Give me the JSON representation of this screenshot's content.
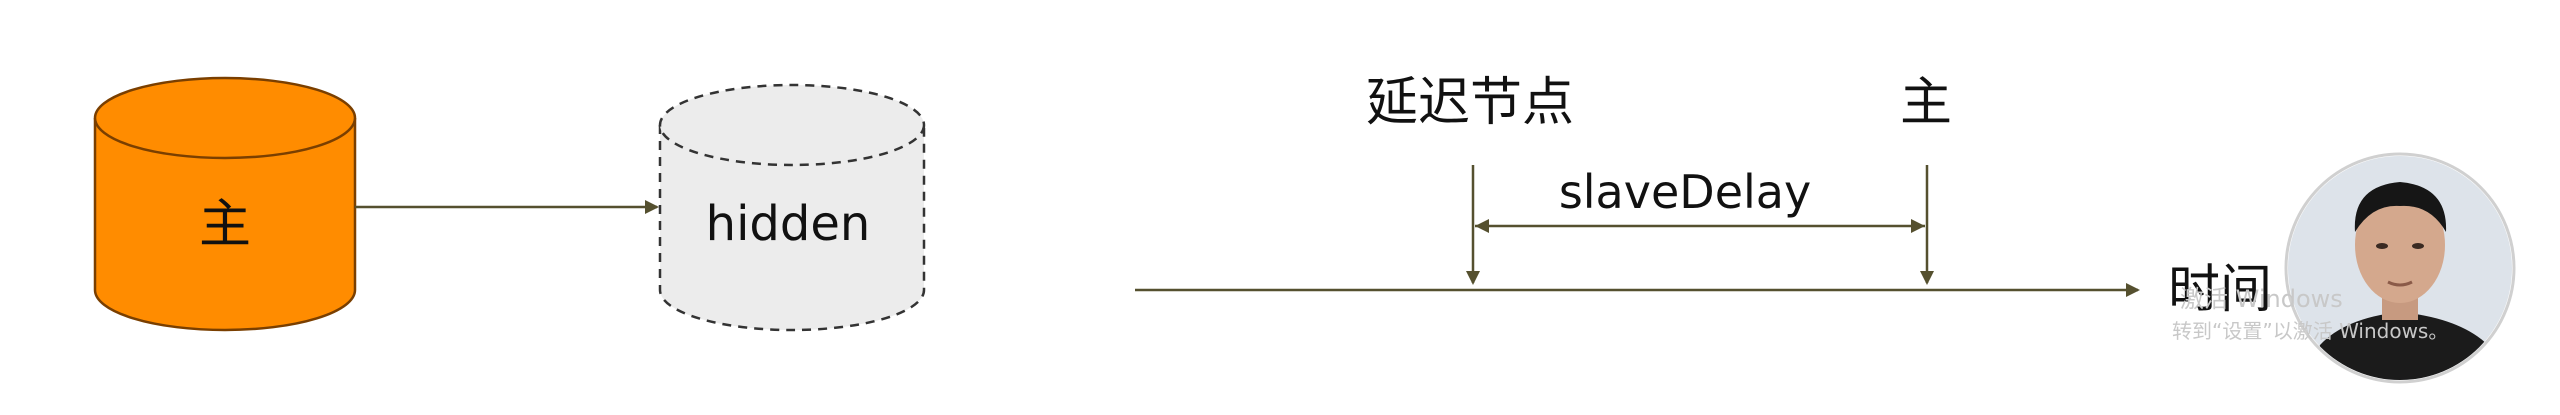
{
  "diagram": {
    "primary_node": {
      "label": "主",
      "fill": "#ff8c00",
      "stroke": "#7a3f00"
    },
    "hidden_node": {
      "label": "hidden",
      "fill": "#ececec",
      "stroke": "#333333"
    },
    "timeline": {
      "delayed_node_label": "延迟节点",
      "primary_label": "主",
      "delay_label": "slaveDelay",
      "axis_label": "时间",
      "line_color": "#55502f"
    }
  },
  "overlay": {
    "watermark_line1": "激活 Windows",
    "watermark_line2": "转到“设置”以激活 Windows。",
    "presenter_avatar": "presenter-avatar"
  }
}
